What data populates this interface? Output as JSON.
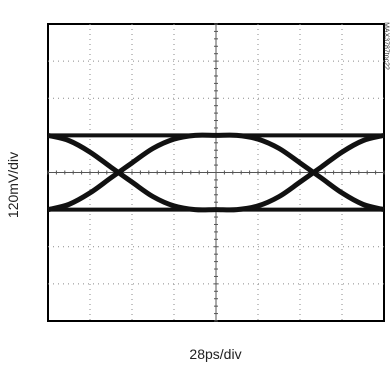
{
  "chart_data": {
    "type": "line",
    "title": "",
    "xlabel": "28ps/div",
    "ylabel": "120mV/div",
    "grid": true,
    "divisions": {
      "x": 8,
      "y": 8
    },
    "x_unit": "ps",
    "y_unit": "mV",
    "xlim": [
      -112,
      112
    ],
    "ylim": [
      -480,
      480
    ],
    "series": [
      {
        "x": [
          -112,
          -98,
          -84,
          -70,
          -56,
          -42,
          -28,
          -14,
          0,
          14,
          28,
          42,
          56,
          70,
          84,
          98,
          112
        ],
        "values": [
          120,
          120,
          120,
          120,
          120,
          120,
          120,
          120,
          120,
          120,
          120,
          120,
          120,
          120,
          120,
          120,
          120
        ]
      },
      {
        "x": [
          -112,
          -98,
          -84,
          -70,
          -56,
          -42,
          -28,
          -14,
          0,
          14,
          28,
          42,
          56,
          70,
          84,
          98,
          112
        ],
        "values": [
          -120,
          -120,
          -120,
          -120,
          -120,
          -120,
          -120,
          -120,
          -120,
          -120,
          -120,
          -120,
          -120,
          -120,
          -120,
          -120,
          -120
        ]
      },
      {
        "x": [
          -112,
          -98,
          -84,
          -70,
          -56,
          -42,
          -28,
          -14,
          0,
          14,
          28,
          42,
          56,
          70,
          84,
          98,
          112
        ],
        "values": [
          120,
          103,
          66,
          17,
          -31,
          -78,
          -108,
          -120,
          -120,
          -120,
          -108,
          -78,
          -31,
          17,
          66,
          103,
          120
        ]
      },
      {
        "x": [
          -112,
          -98,
          -84,
          -70,
          -56,
          -42,
          -28,
          -14,
          0,
          14,
          28,
          42,
          56,
          70,
          84,
          98,
          112
        ],
        "values": [
          -120,
          -103,
          -66,
          -17,
          31,
          78,
          108,
          120,
          120,
          120,
          108,
          78,
          31,
          -17,
          -66,
          -103,
          -120
        ]
      }
    ]
  },
  "part_code": "MAX3787toc22",
  "colors": {
    "trace": "#111111",
    "grid": "#8a8a8a",
    "frame": "#000000"
  }
}
